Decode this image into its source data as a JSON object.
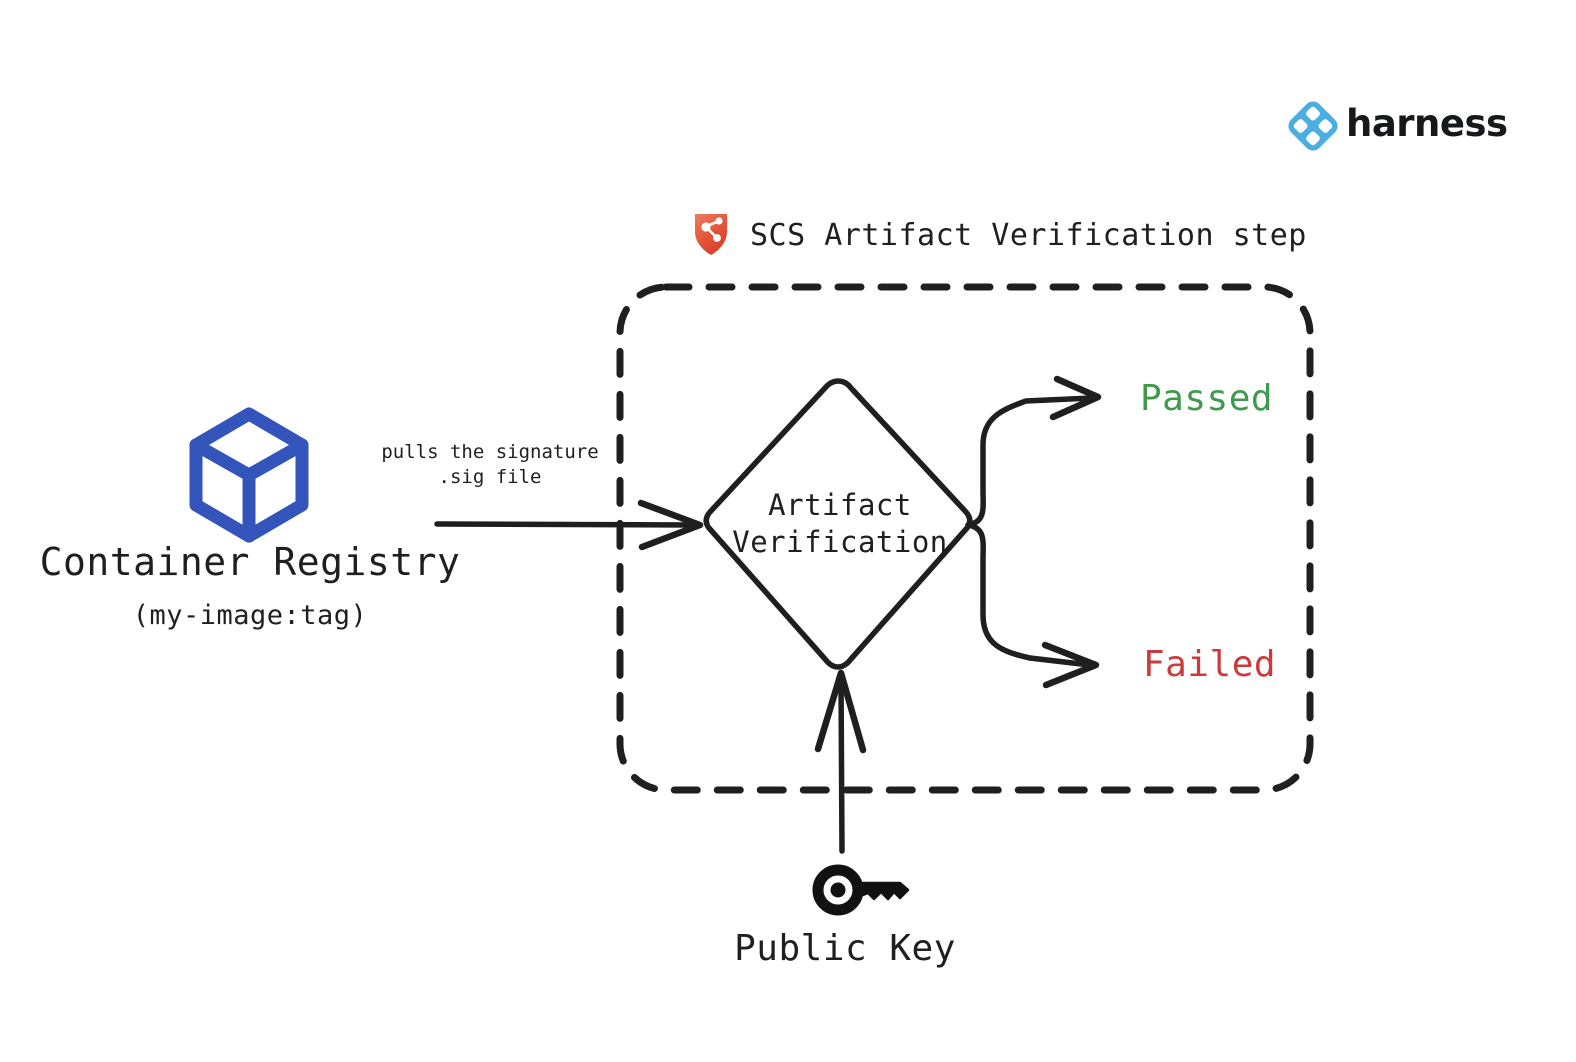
{
  "brand": {
    "name": "harness",
    "logo_icon": "harness-diamond-logo-icon",
    "logo_color": "#4CADE3",
    "wordmark_color": "#16181c"
  },
  "step": {
    "icon": "scs-shield-icon",
    "icon_color": "#E4573B",
    "title": "SCS Artifact Verification step",
    "container_style": "dashed-rounded-box"
  },
  "nodes": {
    "container_registry": {
      "icon": "cube-box-icon",
      "icon_color": "#3355BB",
      "label": "Container Registry",
      "sublabel": "(my-image:tag)"
    },
    "decision": {
      "shape": "diamond",
      "label": "Artifact\nVerification"
    },
    "public_key": {
      "icon": "key-icon",
      "icon_color": "#111111",
      "label": "Public Key"
    }
  },
  "edges": {
    "registry_to_verification": {
      "annotation": "pulls the signature\n.sig file",
      "style": "straight-arrow"
    },
    "publickey_to_verification": {
      "annotation": "",
      "style": "straight-arrow-up"
    },
    "verification_pass": {
      "style": "curved-arrow-up"
    },
    "verification_fail": {
      "style": "curved-arrow-down"
    }
  },
  "outcomes": [
    {
      "label": "Passed",
      "color": "#3f9a4e"
    },
    {
      "label": "Failed",
      "color": "#ca3b3b"
    }
  ],
  "colors": {
    "stroke": "#1f1f1f",
    "background": "#ffffff",
    "passed": "#3f9a4e",
    "failed": "#ca3b3b",
    "brand_blue": "#4CADE3",
    "cube_blue": "#3355BB",
    "shield_orange": "#E4573B"
  }
}
